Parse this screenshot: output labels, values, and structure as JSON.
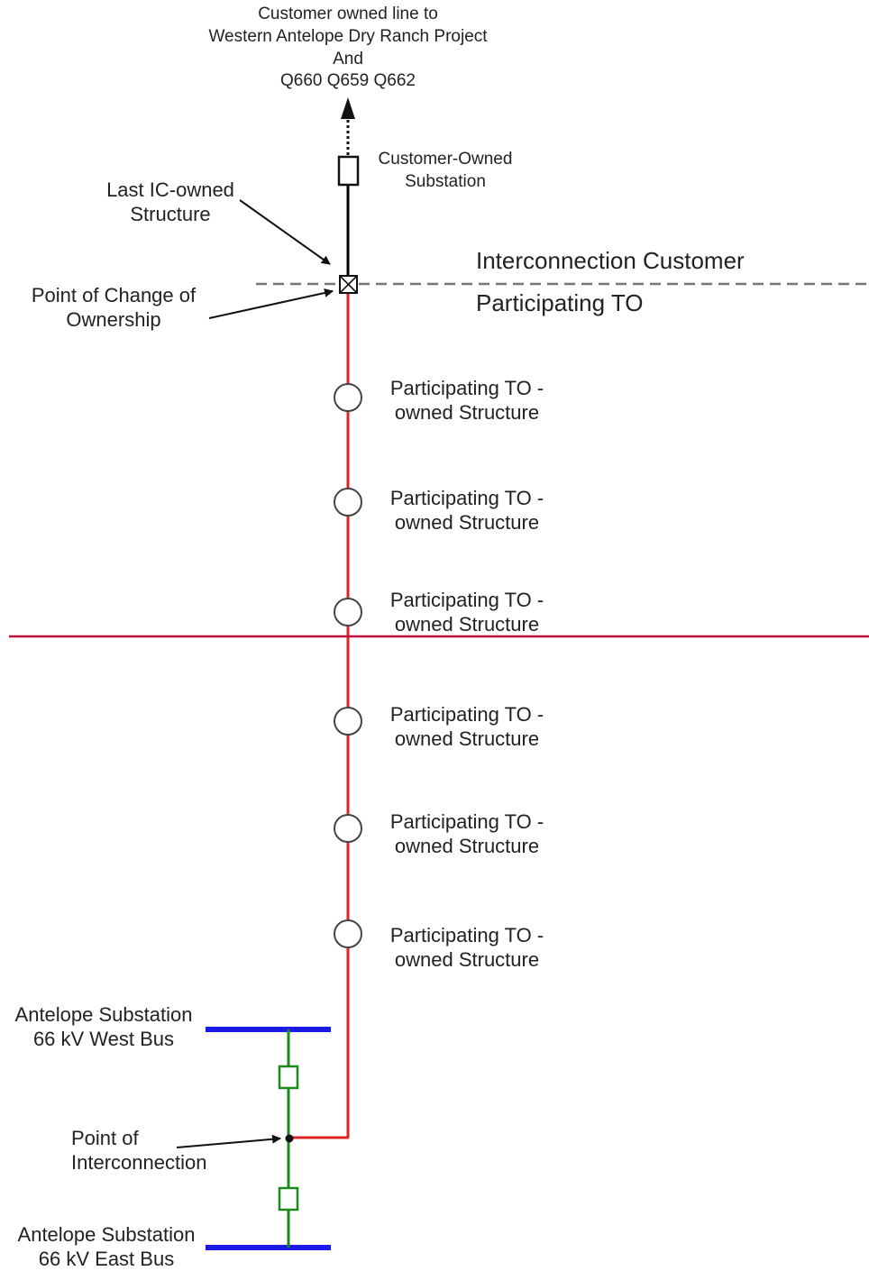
{
  "top_label": {
    "line1": "Customer owned line to",
    "line2": "Western Antelope Dry Ranch Project",
    "line3": "And",
    "line4": "Q660 Q659 Q662"
  },
  "customer_substation": {
    "line1": "Customer-Owned",
    "line2": "Substation"
  },
  "last_ic_structure": {
    "line1": "Last IC-owned",
    "line2": "Structure"
  },
  "change_of_ownership": {
    "line1": "Point of Change of",
    "line2": "Ownership"
  },
  "region_upper": "Interconnection Customer",
  "region_lower": "Participating TO",
  "structures": [
    {
      "line1": "Participating TO -",
      "line2": "owned Structure"
    },
    {
      "line1": "Participating TO -",
      "line2": "owned Structure"
    },
    {
      "line1": "Participating TO -",
      "line2": "owned Structure"
    },
    {
      "line1": "Participating TO -",
      "line2": "owned Structure"
    },
    {
      "line1": "Participating TO -",
      "line2": "owned Structure"
    },
    {
      "line1": "Participating TO -",
      "line2": "owned Structure"
    }
  ],
  "west_bus": {
    "line1": "Antelope Substation",
    "line2": "66 kV West Bus"
  },
  "east_bus": {
    "line1": "Antelope Substation",
    "line2": "66 kV East Bus"
  },
  "point_of_interconnection": {
    "line1": "Point of",
    "line2": "Interconnection"
  },
  "colors": {
    "to_line": "#e02424",
    "customer_line": "#000000",
    "bus": "#1a1ae6",
    "substation_link": "#1a8a1a",
    "divider": "#c0103a",
    "boundary": "#777777"
  }
}
